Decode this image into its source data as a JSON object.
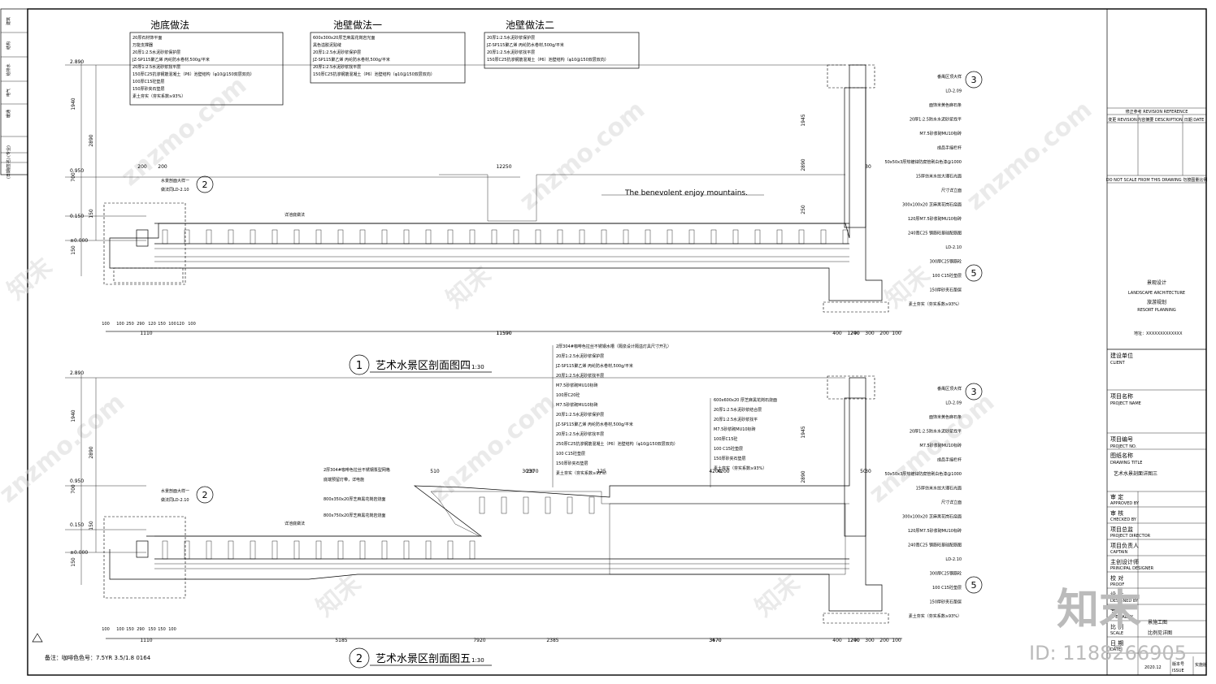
{
  "notes_top": [
    {
      "title": "池底做法",
      "lines": [
        "20厚石材饰平面",
        "万能支撑器",
        "20厚1:2.5水泥砂浆保护层",
        "JZ-SP115聚乙烯 丙纶防水卷材,500g/平米",
        "20厚1:2.5水泥砂浆找平层",
        "150厚C25抗渗钢筋混凝土（P6）池壁结构（φ10@150双层双向）",
        "100厚C15砼垫层",
        "150厚砂夹石垫层",
        "素土夯实（夯实系数≥93%）"
      ]
    },
    {
      "title": "池壁做法一",
      "lines": [
        "600x300x20厚芝麻黑花岗岩光面",
        "黑色溢胶泥贴缝",
        "20厚1:2.5水泥砂浆保护层",
        "JZ-SP115聚乙烯 丙纶防水卷材,500g/平米",
        "20厚1:2.5水泥砂浆找平层",
        "150厚C25抗渗钢筋混凝土（P6）池壁结构（φ10@150双层双向）"
      ]
    },
    {
      "title": "池壁做法二",
      "lines": [
        "20厚1:2.5水泥砂浆保护层",
        "JZ-SP115聚乙烯 丙纶防水卷材,500g/平米",
        "20厚1:2.5水泥砂浆找平层",
        "150厚C25抗渗钢筋混凝土（P6）池壁结构（φ10@150双层双向）"
      ]
    }
  ],
  "section4": {
    "num": "1",
    "title": "艺术水景区剖面图四",
    "scale": "1:30",
    "sign": "The benevolent enjoy mountains.",
    "levels": [
      "2.890",
      "0.950",
      "0.150",
      "±0.000"
    ],
    "heights_left": [
      "1940",
      "2890",
      "700",
      "150",
      "150"
    ],
    "heights_right": [
      "1945",
      "2890",
      "250"
    ],
    "ref_left": [
      "水景剖面大样一",
      "做法同LD-2.10",
      "2"
    ],
    "dims_top": [
      "200",
      "200",
      "12250",
      "30"
    ],
    "label_floor": "详池底做法",
    "callouts_right": [
      "番禺区顶大样",
      "LD-2.09",
      "面饰米黄色麻石条",
      "20厚1:2.5防水水泥砂浆找平",
      "M7.5砂浆砌MU10标砖",
      "成品手摇栏杆",
      "50x50x3厚热镀锌防腐管刷白色漆@1000",
      "15厚仿米水纹大理石光面",
      "尺寸详立面",
      "300x100x20 芝麻黑花岗石烧面",
      "120厚M7.5砂浆砌MU10标砖",
      "240宽C25 钢筋砼基础配筋图",
      "LD-2.10",
      "300厚C25钢筋砼",
      "100 C15砼垫层",
      "150厚砂夹石垫层",
      "素土夯实（夯实系数≥93%）"
    ],
    "dims_bottom_a": [
      "100",
      "100",
      "250",
      "290",
      "120",
      "150",
      "100",
      "120",
      "100"
    ],
    "dims_bottom_b": [
      "1110",
      "11590",
      "400",
      "200",
      "300",
      "200",
      "100"
    ],
    "dims_bottom_c": [
      "11590",
      "1240"
    ]
  },
  "section5": {
    "num": "2",
    "title": "艺术水景区剖面图五",
    "scale": "1:30",
    "levels": [
      "2.890",
      "0.950",
      "0.150",
      "±0.000"
    ],
    "heights_left": [
      "1940",
      "2890",
      "700",
      "150",
      "150"
    ],
    "heights_right": [
      "1945",
      "2890"
    ],
    "ref_left": [
      "水景剖面大样一",
      "做法同LD-2.10",
      "2"
    ],
    "dims_top": [
      "3030",
      "2370",
      "510",
      "125",
      "4200",
      "4200",
      "50",
      "30"
    ],
    "callouts_mid": [
      "2厚304#咖啡色拉丝不锈钢水槽（隔泉设计隔溢灯具尺寸开孔）",
      "20厚1:2.5水泥砂浆保护层",
      "JZ-SP115聚乙烯 丙纶防水卷材,500g/平米",
      "20厚1:2.5水泥砂浆找平层",
      "M7.5砂浆砌MU10标砖",
      "100厚C20砼",
      "M7.5砂浆砌MU10标砖",
      "20厚1:2.5水泥砂浆保护层",
      "JZ-SP115聚乙烯 丙纶防水卷材,500g/平米",
      "20厚1:2.5水泥砂浆找平层",
      "250厚C25抗渗钢筋混凝土（P6）池壁结构（φ10@150双层双向）",
      "100 C15砼垫层",
      "150厚砂夹石垫层",
      "素土夯实（夯实系数≥93%）"
    ],
    "callouts_mid2": [
      "600x600x20 厚芝麻黑花岗石烧面",
      "20厚1:2.5水泥砂浆结合层",
      "20厚1:2.5水泥砂浆找平",
      "M7.5砂浆砌MU10标砖",
      "100厚C15砼",
      "100 C15砼垫层",
      "150厚砂夹石垫层",
      "素土夯实（夯实系数≥93%）"
    ],
    "callouts_left": [
      "2厚304#咖啡色拉丝不锈钢泵型网格",
      "底端预留灯带，详电施",
      "800x350x20厚芝麻黑花岗岩烧面",
      "800x750x20厚芝麻黑花岗岩烧面"
    ],
    "label_floor": "详池底做法",
    "callouts_right": [
      "番禺区顶大样",
      "LD-2.09",
      "面饰米黄色麻石条",
      "20厚1:2.5防水水泥砂浆找平",
      "M7.5砂浆砌MU10标砖",
      "成品手摇栏杆",
      "50x50x3厚热镀锌防腐管刷白色漆@1000",
      "15厚仿米水纹大理石光面",
      "尺寸详立面",
      "300x100x20 芝麻黑花岗石烧面",
      "120厚M7.5砂浆砌MU10标砖",
      "240宽C25 钢筋砼基础配筋图",
      "LD-2.10",
      "300厚C25钢筋砼",
      "100 C15砼垫层",
      "150厚砂夹石垫层",
      "素土夯实（夯实系数≥93%）"
    ],
    "dims_bottom_a": [
      "100",
      "100",
      "150",
      "290",
      "150",
      "150",
      "100"
    ],
    "dims_bottom_b": [
      "1110",
      "5185",
      "2385",
      "3470",
      "400",
      "200",
      "300",
      "200",
      "100"
    ],
    "dims_bottom_c": [
      "7920",
      "3670",
      "1240"
    ]
  },
  "footnote": "备注：咖啡色色号：7.5YR  3.5/1.8 0164",
  "left_strip": [
    "建筑",
    "结构",
    "给排水",
    "电气",
    "暖通",
    "(专业)",
    "(签名)",
    "(日期)"
  ],
  "titleblock": {
    "revision_head": "修正参考  REVISION REFERENCE",
    "revision_cols": [
      "变更 REVISION",
      "内容摘要 DESCRIPTION",
      "日期 DATE"
    ],
    "no_scale": "DO NOT SCALE FROM THIS DRAWING  勿按图量比例",
    "company": [
      "景观设计",
      "LANDSCAPE ARCHITECTURE",
      "旅游规划",
      "RESORT PLANNING"
    ],
    "address": "地址：XXXXXXXXXXXXX",
    "client": [
      "建设单位",
      "CLIENT"
    ],
    "project_name": [
      "项目名称",
      "PROJECT NAME"
    ],
    "project_no": [
      "项目编号",
      "PROJECT NO."
    ],
    "drawing_title": [
      "图纸名称",
      "DRAWING TITLE"
    ],
    "drawing_title_value": "艺术水景剖面详图三",
    "roles": [
      [
        "审  定",
        "APPROVED BY"
      ],
      [
        "审  核",
        "CHECKED BY"
      ],
      [
        "项目总监",
        "PROJECT DIRECTOR"
      ],
      [
        "项目负责人",
        "CAPTAIN"
      ],
      [
        "主创设计师",
        "PRINCIPAL DESIGNER"
      ],
      [
        "校  对",
        "PROOF"
      ],
      [
        "设  计",
        "DESIGNED BY"
      ],
      [
        "专  业",
        "SPECIALITY"
      ],
      [
        "比  例",
        "SCALE"
      ],
      [
        "日  期",
        "DATE"
      ]
    ],
    "speciality_value": "景施工图",
    "scale_value": "比例见详图",
    "date_value": "2020.12",
    "issue": [
      "版本号",
      "ISSUE"
    ],
    "issue_value": "实施版"
  },
  "watermark": {
    "brand": "znzmo.com",
    "logo": "知末",
    "id": "ID: 1188266905"
  }
}
